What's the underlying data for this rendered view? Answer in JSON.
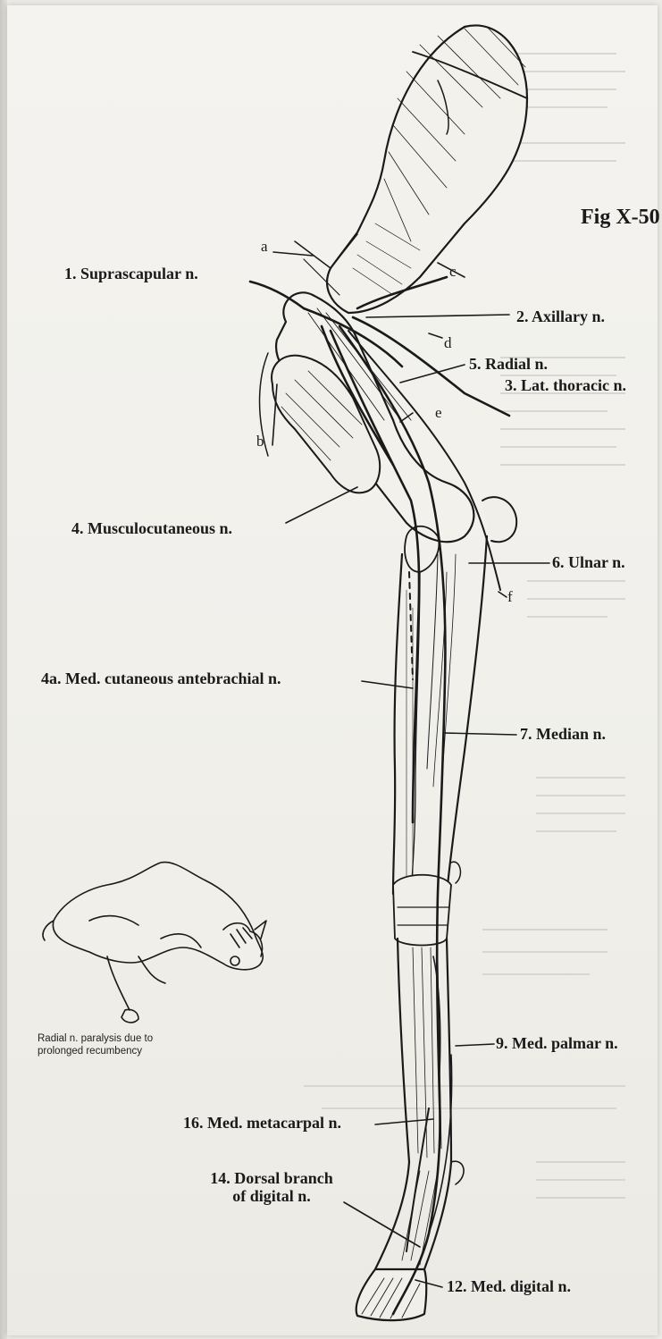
{
  "figure": {
    "title": "Fig X-50"
  },
  "labels": {
    "l1": "1. Suprascapular n.",
    "l2": "2. Axillary n.",
    "l3": "3. Lat. thoracic n.",
    "l4": "4. Musculocutaneous n.",
    "l4a": "4a. Med. cutaneous antebrachial n.",
    "l5": "5. Radial n.",
    "l6": "6. Ulnar n.",
    "l7": "7. Median n.",
    "l9": "9. Med. palmar n.",
    "l12": "12. Med. digital n.",
    "l14_line1": "14. Dorsal branch",
    "l14_line2": "of digital n.",
    "l16": "16. Med. metacarpal n."
  },
  "letters": {
    "a": "a",
    "b": "b",
    "c": "c",
    "d": "d",
    "e": "e",
    "f": "f"
  },
  "inset": {
    "caption_line1": "Radial n. paralysis due to",
    "caption_line2": "prolonged recumbency"
  }
}
